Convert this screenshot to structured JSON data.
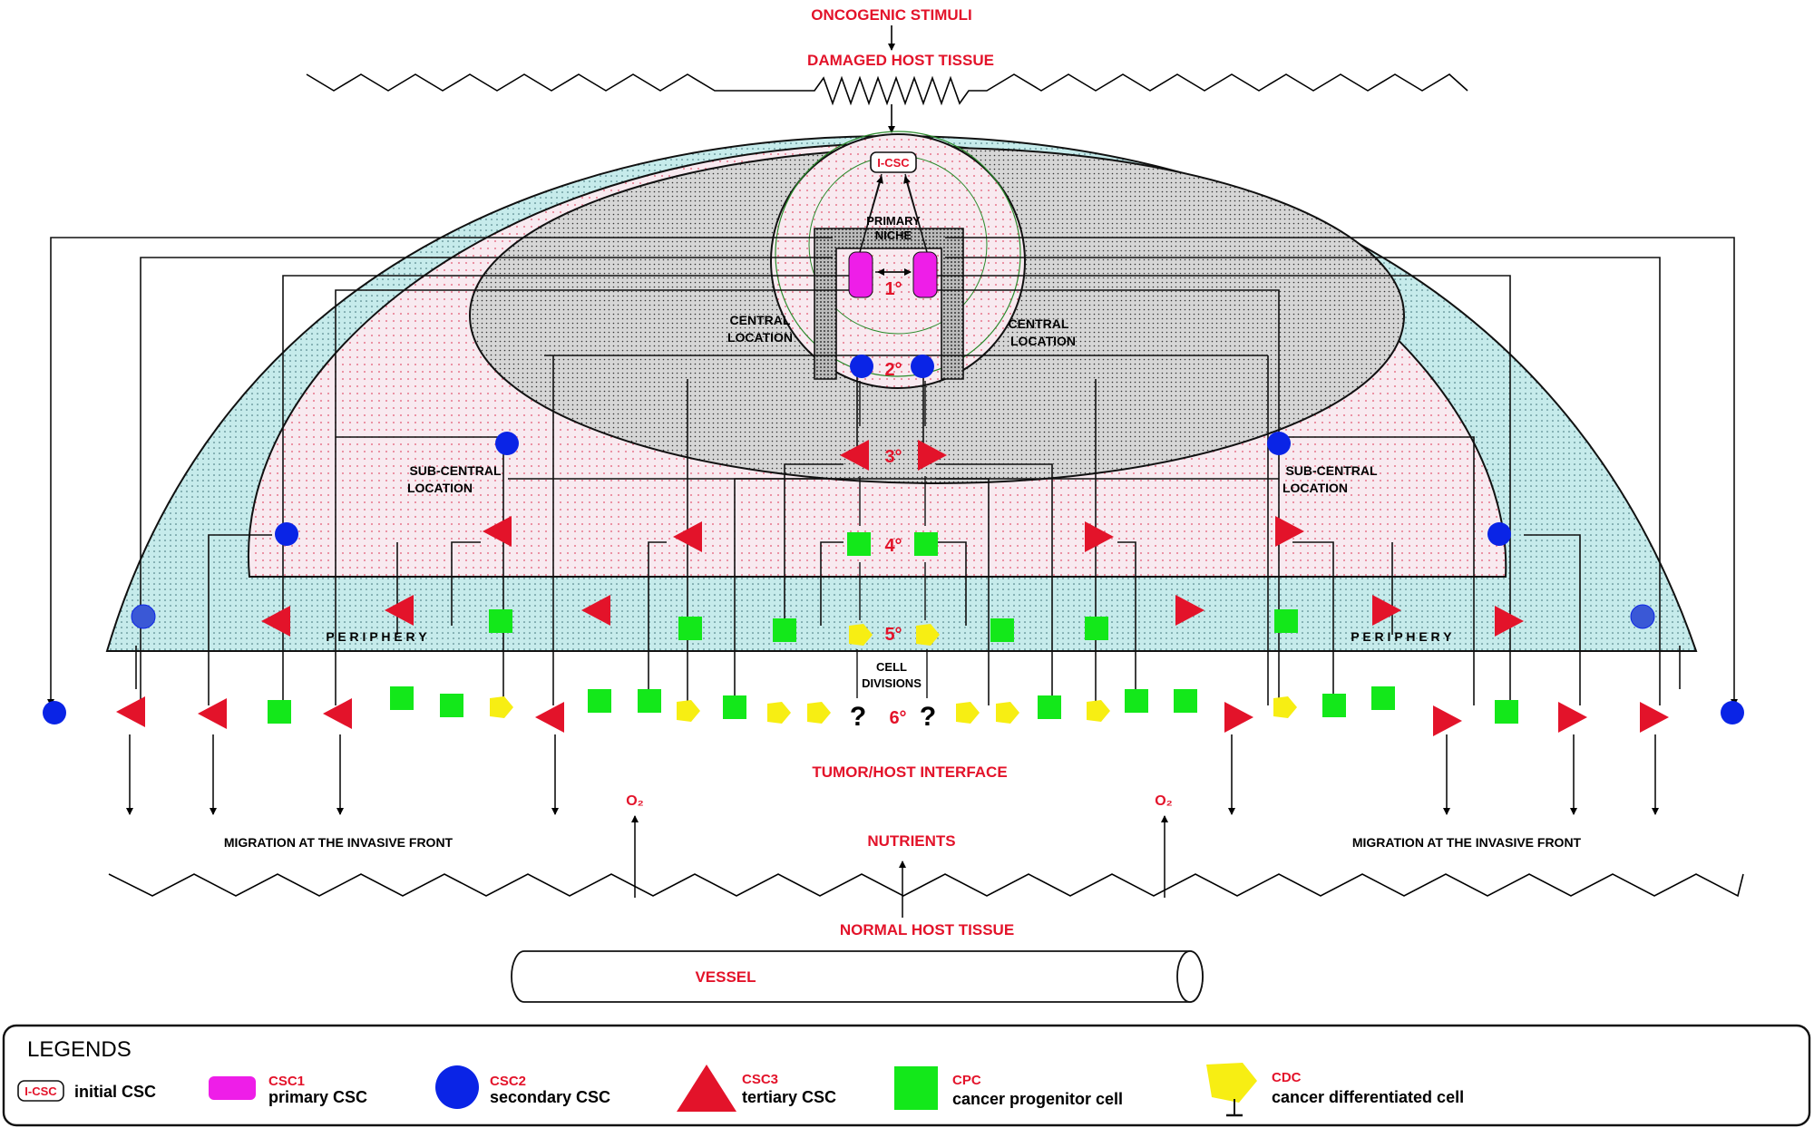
{
  "labels": {
    "oncogenic": "ONCOGENIC STIMULI",
    "damaged": "DAMAGED HOST TISSUE",
    "icsc": "I-CSC",
    "primary_niche_1": "PRIMARY",
    "primary_niche_2": "NICHE",
    "central_1": "CENTRAL",
    "central_2": "LOCATION",
    "subcentral_1": "SUB-CENTRAL",
    "subcentral_2": "LOCATION",
    "periphery": "P E R I P H E R Y",
    "cell_div_1": "CELL",
    "cell_div_2": "DIVISIONS",
    "gen1": "1°",
    "gen2": "2°",
    "gen3": "3°",
    "gen4": "4°",
    "gen5": "5°",
    "gen6": "6°",
    "question": "?",
    "interface": "TUMOR/HOST INTERFACE",
    "o2": "O₂",
    "migration": "MIGRATION AT THE INVASIVE FRONT",
    "nutrients": "NUTRIENTS",
    "normal": "NORMAL HOST TISSUE",
    "vessel": "VESSEL"
  },
  "legend": {
    "title": "LEGENDS",
    "icsc_badge": "I-CSC",
    "icsc_desc": "initial CSC",
    "csc1_name": "CSC1",
    "csc1_desc": "primary CSC",
    "csc2_name": "CSC2",
    "csc2_desc": "secondary CSC",
    "csc3_name": "CSC3",
    "csc3_desc": "tertiary CSC",
    "cpc_name": "CPC",
    "cpc_desc": "cancer progenitor cell",
    "cdc_name": "CDC",
    "cdc_desc": "cancer differentiated cell"
  },
  "colors": {
    "red": "#e3132a",
    "magenta": "#ee1ee8",
    "blue": "#0a24e6",
    "green": "#13e81a",
    "yellow": "#f7ee13",
    "cyan_region": "#c9ecec",
    "pink_region": "#f7e6ee"
  }
}
